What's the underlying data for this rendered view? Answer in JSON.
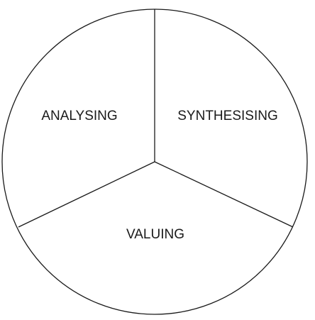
{
  "diagram": {
    "segments": [
      {
        "label": "ANALYSING"
      },
      {
        "label": "SYNTHESISING"
      },
      {
        "label": "VALUING"
      }
    ]
  }
}
